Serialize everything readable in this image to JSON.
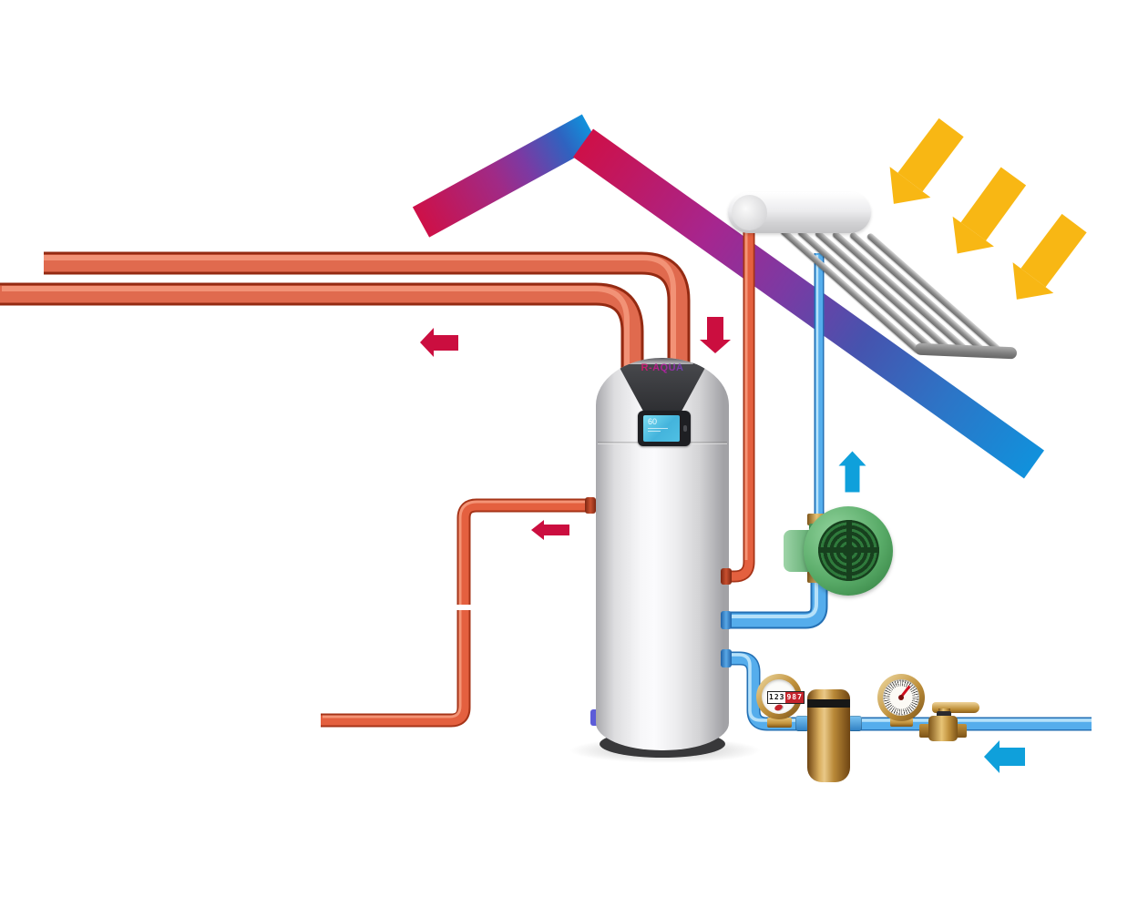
{
  "tank": {
    "brand": "R-AQUA",
    "display_value": "60"
  },
  "water_meter": {
    "black_digits": "123",
    "red_digits": "987"
  },
  "palette": {
    "hot-casing": "#942A12",
    "hot-core": "#E06A4E",
    "hot-hi": "#F5997E",
    "thin-casing": "#A63418",
    "thin-core": "#E4603F",
    "thin-hi": "#F8A184",
    "cold-casing": "#2470B4",
    "cold-core": "#55ADEC",
    "cold-hi": "#C8EAFB",
    "crimson": "#CB0E3F",
    "sun-yellow": "#F8B714",
    "cyan": "#0FA0DB",
    "roof-red": "#CE1048",
    "roof-purple": "#7B3AA3",
    "roof-blue": "#1191DC",
    "brass-light": "#E8C475",
    "brass-mid": "#C0913C",
    "brass-dark": "#7D5418",
    "meter-red": "#C4232B",
    "lcd-blue": "#4FC0E4"
  }
}
